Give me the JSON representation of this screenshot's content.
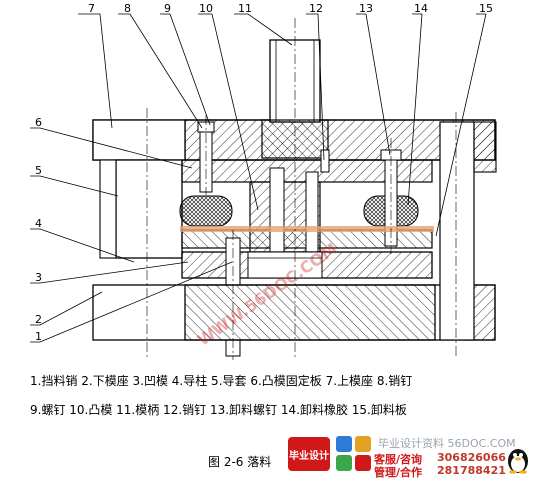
{
  "callouts": [
    "7",
    "8",
    "9",
    "10",
    "11",
    "12",
    "13",
    "14",
    "15",
    "6",
    "5",
    "4",
    "3",
    "2",
    "1"
  ],
  "legend": {
    "line1": "1.挡料销  2.下模座  3.凹模  4.导柱  5.导套  6.凸模固定板  7.上模座  8.销钉",
    "line2": "9.螺钉  10.凸模  11.模柄  12.销钉  13.卸料螺钉  14.卸料橡胶  15.卸料板"
  },
  "caption": "图 2-6 落料",
  "watermark": {
    "logo_text": "毕业设计",
    "site": "毕业设计资料 56DOC.COM",
    "service": "客服/咨询",
    "manage": "管理/合作",
    "phone1": "306826066",
    "phone2": "281788421",
    "diagonal": "WWW.56DOC.COM"
  },
  "colors": {
    "line": "#000000",
    "hatch": "#000000",
    "rubber": "#000000",
    "strip": "#e8a070",
    "watermark_red": "#d01818"
  }
}
